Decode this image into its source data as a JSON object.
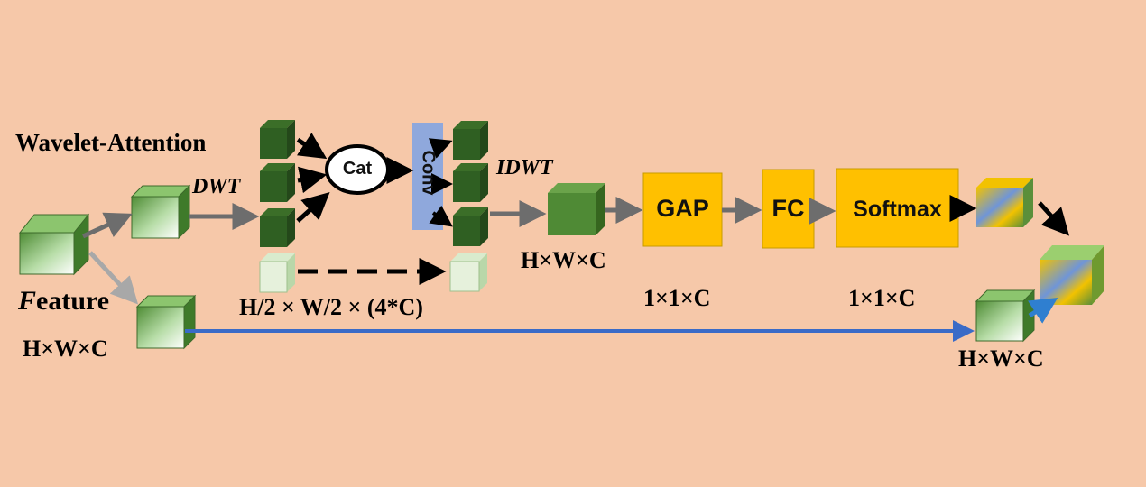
{
  "labels": {
    "wavelet_attention": "Wavelet-Attention",
    "dwt": "DWT",
    "idwt": "IDWT",
    "cat": "Cat",
    "conv": "Conv",
    "feature_initial": "F",
    "feature_rest": "eature",
    "dim_input": "H×W×C",
    "dim_half": "H/2 × W/2 × (4*C)",
    "dim_idwt": "H×W×C",
    "dim_gap": "1×1×C",
    "dim_softmax": "1×1×C",
    "dim_output": "H×W×C"
  },
  "blocks": {
    "gap": "GAP",
    "fc": "FC",
    "softmax": "Softmax"
  },
  "colors": {
    "background": "#f6c8a9",
    "dark_green": "#2f5f22",
    "mid_green": "#4f8a35",
    "light_green": "#cfe8c4",
    "very_light_green": "#e6f1dc",
    "orange_block": "#ffc000",
    "conv_blue": "#8fa8dc",
    "arrow_gray": "#6d6d6d",
    "arrow_light_gray": "#a8a8a8",
    "arrow_blue": "#3a6bc7",
    "arrow_bright_blue": "#2f7fd0"
  }
}
